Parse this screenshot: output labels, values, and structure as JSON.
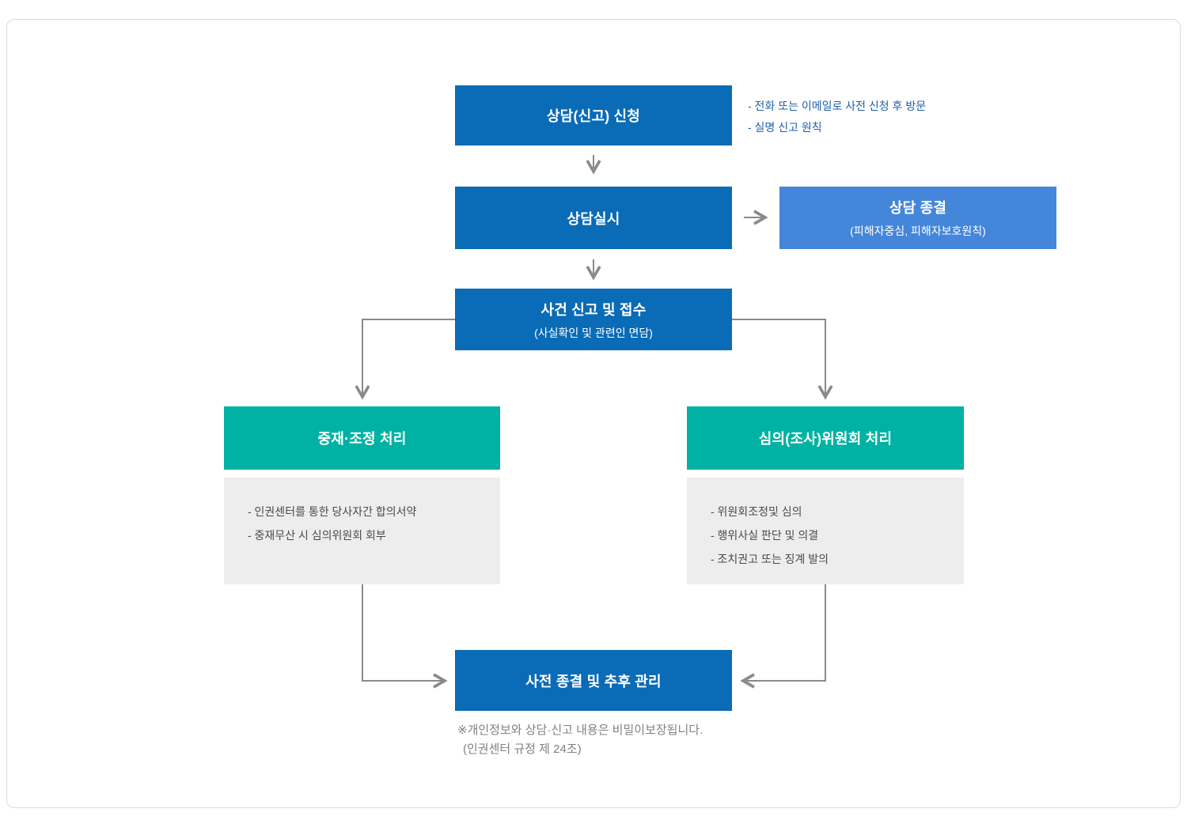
{
  "diagram": {
    "step_apply": {
      "title": "상담(신고) 신청"
    },
    "step_apply_notes": [
      "- 전화 또는 이메일로 사전 신청 후 방문",
      "- 실명 신고 원칙"
    ],
    "step_consult": {
      "title": "상담실시"
    },
    "step_close_consult": {
      "title": "상담 종결",
      "subtitle": "(피해자중심, 피해자보호원칙)"
    },
    "step_report": {
      "title": "사건 신고 및 접수",
      "subtitle": "(사실확인 및 관련인 면담)"
    },
    "branch_mediation": {
      "title": "중재·조정 처리",
      "details": [
        "- 인권센터를 통한 당사자간 합의서약",
        "- 중재무산 시 심의위원회 회부"
      ]
    },
    "branch_committee": {
      "title": "심의(조사)위원회 처리",
      "details": [
        "- 위원회조정및 심의",
        "- 행위사실 판단 및 의결",
        "- 조치권고 또는 징계 발의"
      ]
    },
    "step_final": {
      "title": "사전 종결 및 추후 관리"
    },
    "footnote": [
      "※개인정보와 상담·신고 내용은 비밀이보장됩니다.",
      "(인권센터 규정 제 24조)"
    ],
    "colors": {
      "primary_blue": "#0a6bb6",
      "light_blue": "#4486d9",
      "teal": "#00b2a3",
      "panel_gray": "#ededed",
      "arrow_gray": "#8a8a8a",
      "note_blue": "#1e5fae"
    }
  }
}
